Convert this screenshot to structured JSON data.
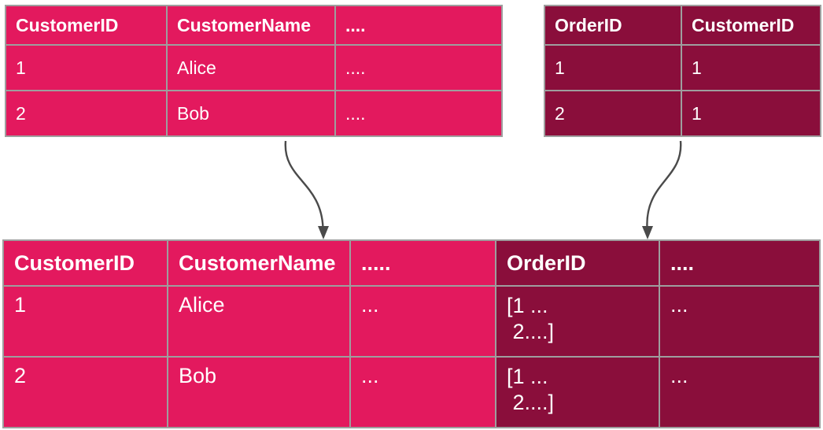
{
  "colors": {
    "pink": "#E3195E",
    "maroon": "#8A0E3B",
    "border": "#9E9E9E",
    "arrow": "#4A4A4A",
    "text": "#FFFFFF"
  },
  "customers_table": {
    "headers": [
      "CustomerID",
      "CustomerName",
      "...."
    ],
    "rows": [
      [
        "1",
        "Alice",
        "...."
      ],
      [
        "2",
        "Bob",
        "...."
      ]
    ]
  },
  "orders_table": {
    "headers": [
      "OrderID",
      "CustomerID"
    ],
    "rows": [
      [
        "1",
        "1"
      ],
      [
        "2",
        "1"
      ]
    ]
  },
  "merged_table": {
    "headers": [
      "CustomerID",
      "CustomerName",
      ".....",
      "OrderID",
      "...."
    ],
    "rows": [
      [
        "1",
        "Alice",
        "...",
        "[1 ...\n 2....]",
        "..."
      ],
      [
        "2",
        "Bob",
        "...",
        "[1 ...\n 2....]",
        "..."
      ]
    ]
  }
}
